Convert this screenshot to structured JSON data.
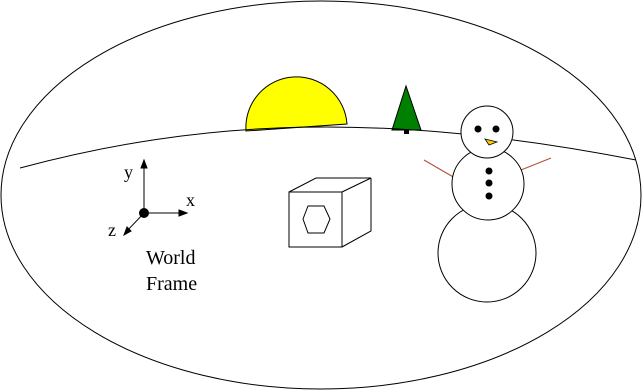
{
  "axes": {
    "x_label": "x",
    "y_label": "y",
    "z_label": "z"
  },
  "frame_caption": {
    "line1": "World",
    "line2": "Frame"
  },
  "colors": {
    "sun": "#ffff00",
    "tree": "#008000",
    "carrot_nose": "#ffcc00",
    "stick_arms": "#b5533c",
    "outline": "#000000"
  },
  "objects": [
    "sun",
    "tree",
    "snowman",
    "cube-with-hexagon",
    "coordinate-axes",
    "horizon-line",
    "ellipse-border"
  ]
}
